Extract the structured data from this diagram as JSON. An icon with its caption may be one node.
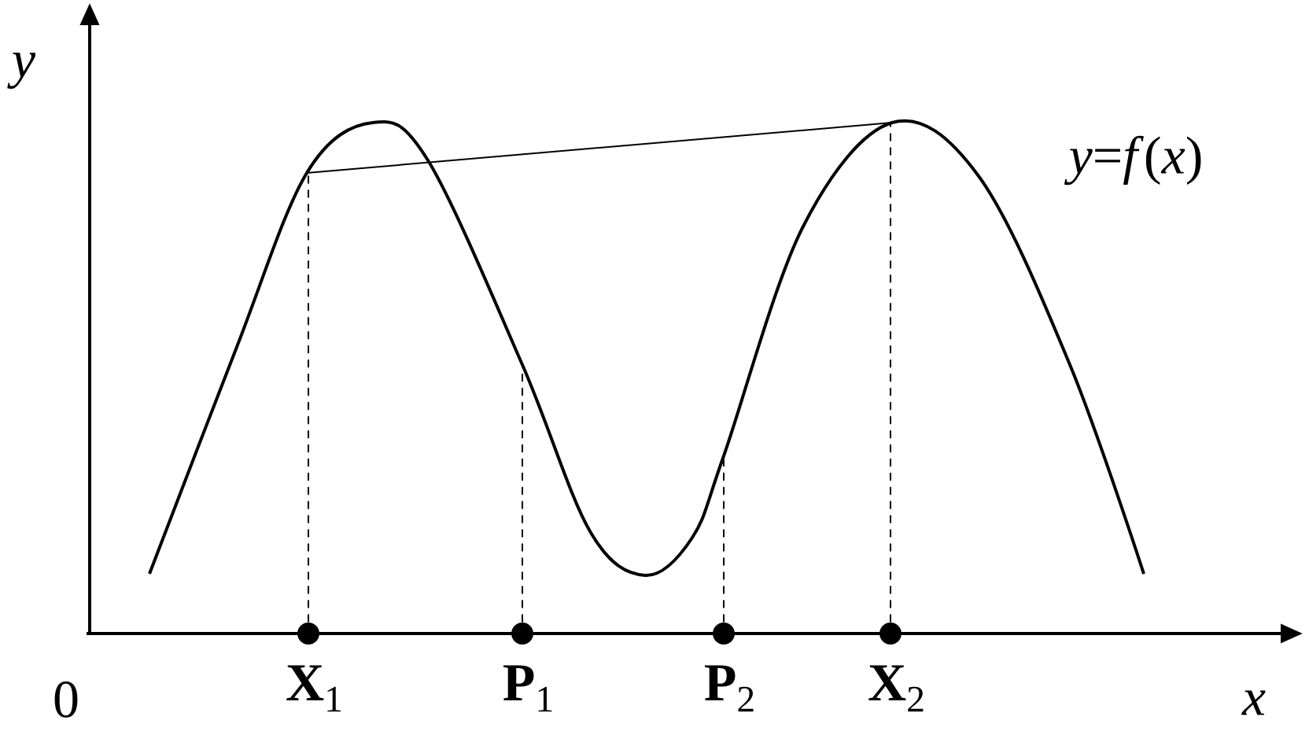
{
  "diagram": {
    "nodes": [
      {
        "text": [
          "**X**$_{1}$"
        ]
      },
      {
        "text": [
          "**P**$_{1}$"
        ]
      },
      {
        "text": [
          "**P**$_{2}$"
        ]
      },
      {
        "text": [
          "**X**$_{2}$"
        ]
      }
    ],
    "edges": [
      {
        "from": 0,
        "to": null,
        "arrow": "none",
        "style": "dashed"
      },
      {
        "from": 1,
        "to": null,
        "arrow": "none",
        "style": "dashed"
      },
      {
        "from": 2,
        "to": null,
        "arrow": "none",
        "style": "dashed"
      },
      {
        "from": 3,
        "to": null,
        "arrow": "none",
        "style": "dashed"
      }
    ],
    "labels": [
      "y",
      "*y*=*f*(*x*)",
      "0",
      "x"
    ]
  }
}
